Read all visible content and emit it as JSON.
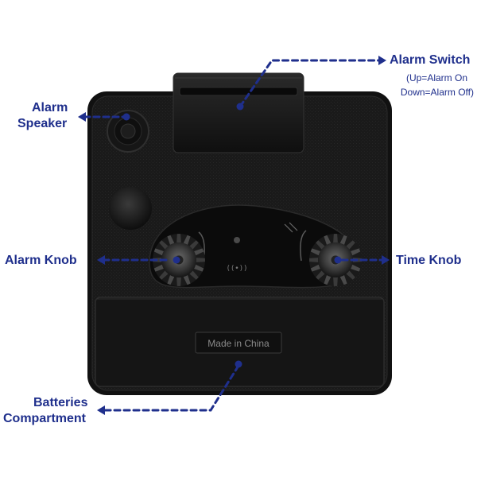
{
  "labels": {
    "alarm_switch": "Alarm Switch",
    "alarm_switch_note_1": "(Up=Alarm On",
    "alarm_switch_note_2": "Down=Alarm Off)",
    "alarm_speaker_1": "Alarm",
    "alarm_speaker_2": "Speaker",
    "alarm_knob": "Alarm Knob",
    "time_knob": "Time Knob",
    "batteries_1": "Batteries",
    "batteries_2": "Compartment"
  },
  "device": {
    "plate_text": "Made in China"
  },
  "colors": {
    "callout": "#1f2f8c",
    "body": "#1b1b1b"
  }
}
